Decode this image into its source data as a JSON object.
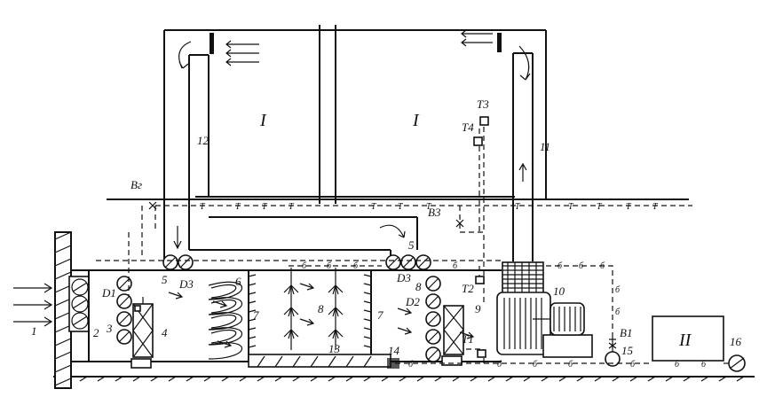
{
  "labels": {
    "room_left": "I",
    "room_right": "I",
    "room_two": "II",
    "b_g": "Bг",
    "b1": "B1",
    "b3": "B3",
    "d1": "D1",
    "d2": "D2",
    "d3_left": "D3",
    "d3_right": "D3",
    "t1": "T1",
    "t2": "T2",
    "t3": "T3",
    "t4": "T4",
    "n1": "1",
    "n2": "2",
    "n3": "3",
    "n4": "4",
    "n5a": "5",
    "n5b": "5",
    "n6": "6",
    "n7a": "7",
    "n7b": "7",
    "n8a": "8",
    "n8b": "8",
    "n9": "9",
    "n10": "10",
    "n11": "11",
    "n12": "12",
    "n13": "13",
    "n14": "14",
    "n15": "15",
    "n16": "16",
    "line_t": "T",
    "line_b": "б"
  }
}
